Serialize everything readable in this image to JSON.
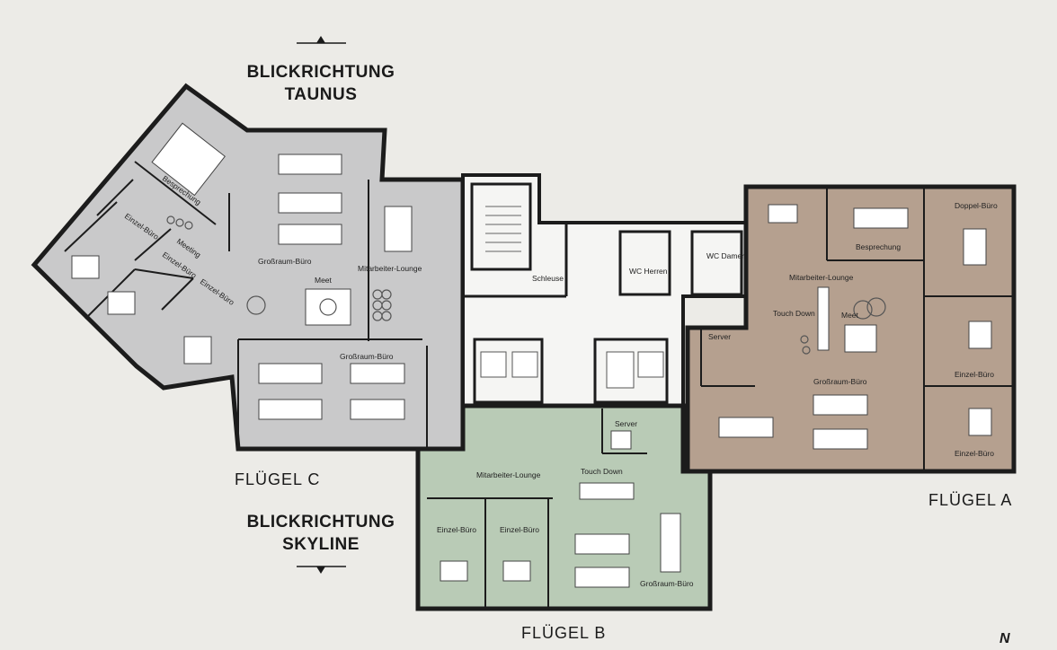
{
  "view_labels": {
    "north_line1": "BLICKRICHTUNG",
    "north_line2": "TAUNUS",
    "south_line1": "BLICKRICHTUNG",
    "south_line2": "SKYLINE"
  },
  "wings": {
    "a": "FLÜGEL A",
    "b": "FLÜGEL B",
    "c": "FLÜGEL C"
  },
  "compass": "N",
  "colors": {
    "wing_a": "#b5a08f",
    "wing_b": "#b9cbb6",
    "wing_c": "#c9c9ca",
    "core": "#f5f5f3",
    "wall": "#1c1c1c",
    "background": "#ecebe7"
  },
  "rooms": {
    "c_besprechung": "Besprechung",
    "c_einzel_1": "Einzel-Büro",
    "c_meeting": "Meeting",
    "c_einzel_2": "Einzel-Büro",
    "c_einzel_3": "Einzel-Büro",
    "c_grossraum_top": "Großraum-Büro",
    "c_lounge": "Mitarbeiter-Lounge",
    "c_meet": "Meet",
    "c_grossraum_bottom": "Großraum-Büro",
    "core_schleuse": "Schleuse",
    "core_wc_herren": "WC Herren",
    "core_wc_damen": "WC Damen",
    "a_doppel": "Doppel-Büro",
    "a_besprechung": "Besprechung",
    "a_lounge": "Mitarbeiter-Lounge",
    "a_touchdown": "Touch Down",
    "a_meet": "Meet",
    "a_server": "Server",
    "a_einzel_1": "Einzel-Büro",
    "a_grossraum": "Großraum-Büro",
    "a_einzel_2": "Einzel-Büro",
    "b_server": "Server",
    "b_lounge": "Mitarbeiter-Lounge",
    "b_touchdown": "Touch Down",
    "b_einzel_1": "Einzel-Büro",
    "b_einzel_2": "Einzel-Büro",
    "b_grossraum": "Großraum-Büro"
  }
}
